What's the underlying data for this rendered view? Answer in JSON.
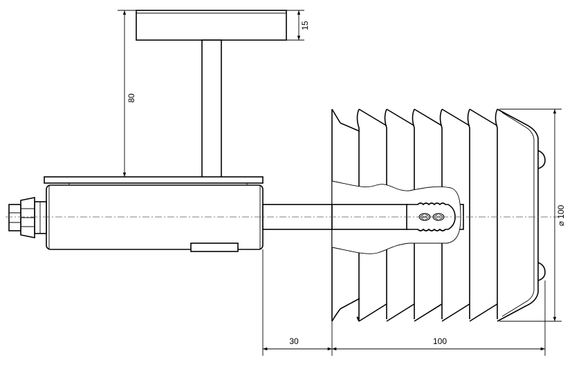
{
  "dimensions": {
    "bracket_plate_thickness": "15",
    "bracket_height": "80",
    "shield_diameter": "⌀ 100",
    "probe_offset": "30",
    "shield_length": "100"
  }
}
